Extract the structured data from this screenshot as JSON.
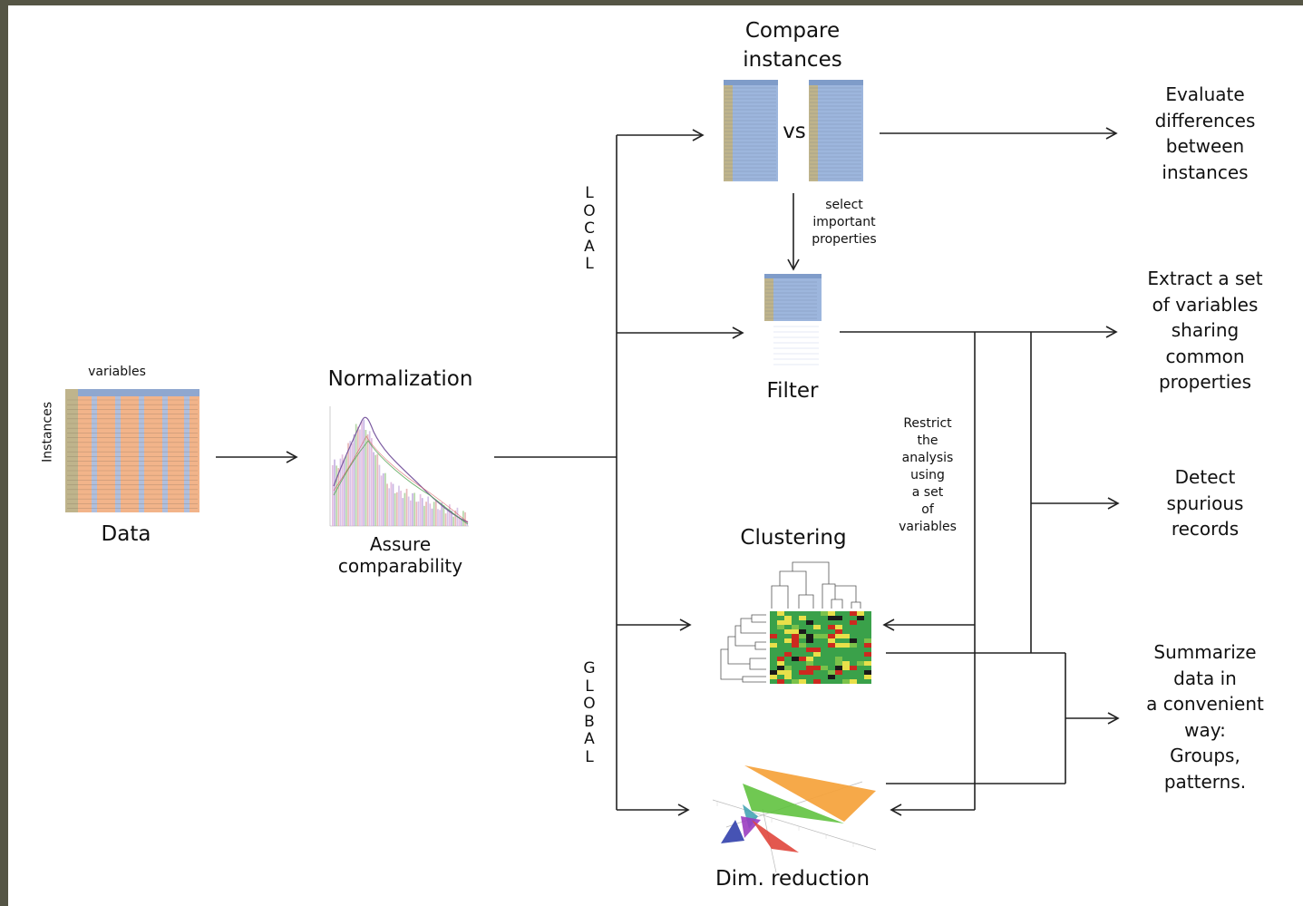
{
  "data_block": {
    "title": "Data",
    "rows_label": "Instances",
    "cols_label": "variables"
  },
  "normalization": {
    "title": "Normalization",
    "caption": "Assure comparability",
    "caption_lines": [
      "Assure",
      "comparability"
    ]
  },
  "scope": {
    "local_letters": [
      "L",
      "O",
      "C",
      "A",
      "L"
    ],
    "global_letters": [
      "G",
      "L",
      "O",
      "B",
      "A",
      "L"
    ]
  },
  "compare": {
    "title_lines": [
      "Compare",
      "instances"
    ],
    "vs_label": "vs"
  },
  "select_note": [
    "select",
    "important",
    "properties"
  ],
  "filter": {
    "title": "Filter"
  },
  "restrict_note": [
    "Restrict",
    "the",
    "analysis",
    "using",
    "a set",
    "of",
    "variables"
  ],
  "clustering": {
    "title": "Clustering"
  },
  "dimred": {
    "title": "Dim. reduction"
  },
  "outcomes": {
    "evaluate": [
      "Evaluate",
      "differences",
      "between",
      "instances"
    ],
    "extract": [
      "Extract a set",
      "of variables",
      "sharing",
      "common",
      "properties"
    ],
    "detect": [
      "Detect",
      "spurious",
      "records"
    ],
    "summarize": [
      "Summarize",
      "data in",
      "a convenient",
      "way:",
      "Groups,",
      "patterns."
    ]
  },
  "colors": {
    "line": "#222222",
    "table_header": "#8fa7cf",
    "table_rowhead": "#bfb48c",
    "table_cells": "#f2b48a",
    "table_cells_blue": "#9db6dd",
    "heat_green": "#3aa14a",
    "heat_red": "#cc2a1f",
    "heat_yellow": "#e8e04a",
    "plane_orange": "#f5a23a",
    "plane_green": "#5cc03a",
    "plane_red": "#e0463c",
    "plane_blue": "#3c4ab0",
    "plane_purple": "#9a3cc0"
  }
}
